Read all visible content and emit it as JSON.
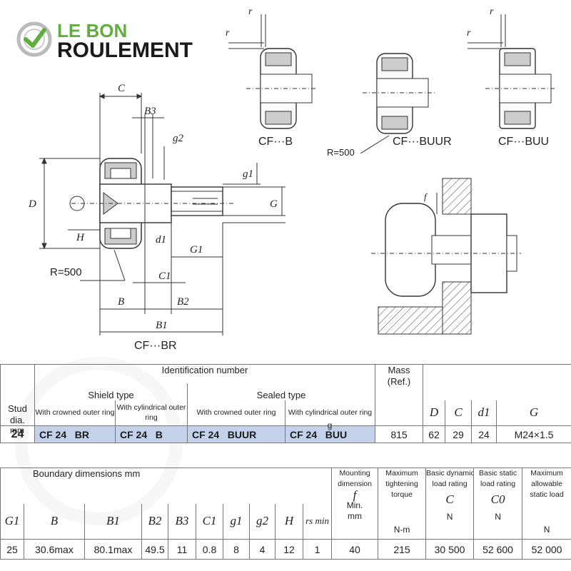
{
  "brand": {
    "line1": "LE BON",
    "line2": "ROULEMENT",
    "accent": "#5fae3e",
    "text": "#1a1a1a"
  },
  "drawing": {
    "main_caption": "CF···BR",
    "labels": {
      "C": "C",
      "B3": "B3",
      "g2": "g2",
      "g1": "g1",
      "D": "D",
      "G": "G",
      "H": "H",
      "d1": "d1",
      "G1": "G1",
      "C1": "C1",
      "B": "B",
      "B2": "B2",
      "B1": "B1",
      "r": "r",
      "f": "f"
    },
    "radius_main": "R=500",
    "radius_buur": "R=500",
    "variants": [
      {
        "caption": "CF···B"
      },
      {
        "caption": "CF···BUUR"
      },
      {
        "caption": "CF···BUU"
      }
    ]
  },
  "table1": {
    "stud_header": [
      "Stud",
      "dia."
    ],
    "stud_unit": "mm",
    "ident_header": "Identification number",
    "shield_header": "Shield type",
    "sealed_header": "Sealed type",
    "sub_headers": [
      "With crowned outer ring",
      "With cylindrical outer ring",
      "With crowned outer ring",
      "With cylindrical outer ring"
    ],
    "mass_header": [
      "Mass",
      "(Ref.)"
    ],
    "mass_unit": "g",
    "dim_headers": [
      "D",
      "C",
      "d1",
      "G"
    ],
    "row": {
      "stud": "24",
      "ids": [
        [
          "CF 24",
          "BR"
        ],
        [
          "CF 24",
          "B"
        ],
        [
          "CF 24",
          "BUUR"
        ],
        [
          "CF 24",
          "BUU"
        ]
      ],
      "mass": "815",
      "D": "62",
      "C": "29",
      "d1": "24",
      "G": "M24×1.5"
    }
  },
  "table2": {
    "boundary_header": "Boundary dimensions   mm",
    "cols": [
      "G1",
      "B",
      "B1",
      "B2",
      "B3",
      "C1",
      "g1",
      "g2",
      "H",
      "rs min"
    ],
    "mounting": [
      "Mounting",
      "dimension"
    ],
    "mounting_sym": "f",
    "mounting_sub": "Min.",
    "mounting_unit": "mm",
    "torque": [
      "Maximum",
      "tightening",
      "torque"
    ],
    "torque_unit": "N-m",
    "dyn": [
      "Basic dynamic",
      "load rating"
    ],
    "dyn_sym": "C",
    "dyn_unit": "N",
    "stat": [
      "Basic static",
      "load rating"
    ],
    "stat_sym": "C0",
    "stat_unit": "N",
    "maxload": [
      "Maximum",
      "allowable",
      "static load"
    ],
    "maxload_unit": "N",
    "row": [
      "25",
      "30.6max",
      "80.1max",
      "49.5",
      "11",
      "0.8",
      "8",
      "4",
      "12",
      "1",
      "40",
      "215",
      "30 500",
      "52 600",
      "52 000"
    ]
  }
}
